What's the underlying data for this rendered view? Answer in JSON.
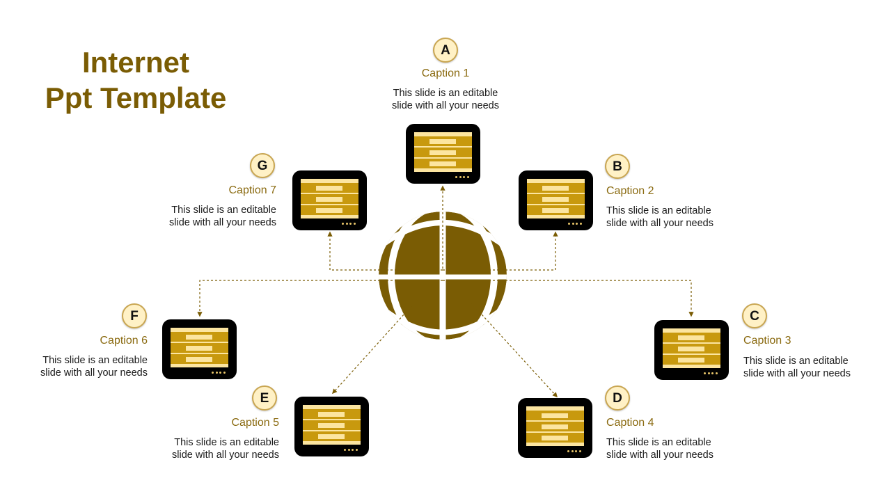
{
  "title": {
    "line1": "Internet",
    "line2": "Ppt Template"
  },
  "colors": {
    "accent": "#7a5c04",
    "gold": "#c8990e",
    "cream": "#fce5a0",
    "badge_bg": "#fff1c6",
    "device": "#000000"
  },
  "icons": {
    "center": "globe-icon",
    "device": "server-monitor-icon"
  },
  "nodes": [
    {
      "letter": "A",
      "caption": "Caption 1",
      "desc1": "This slide is an editable",
      "desc2": "slide with all your needs"
    },
    {
      "letter": "B",
      "caption": "Caption 2",
      "desc1": "This slide is an editable",
      "desc2": "slide with all your needs"
    },
    {
      "letter": "C",
      "caption": "Caption 3",
      "desc1": "This slide is an editable",
      "desc2": "slide with all your needs"
    },
    {
      "letter": "D",
      "caption": "Caption 4",
      "desc1": "This slide is an editable",
      "desc2": "slide with all your needs"
    },
    {
      "letter": "E",
      "caption": "Caption 5",
      "desc1": "This slide is an editable",
      "desc2": "slide with all your needs"
    },
    {
      "letter": "F",
      "caption": "Caption 6",
      "desc1": "This slide is an editable",
      "desc2": "slide with all your needs"
    },
    {
      "letter": "G",
      "caption": "Caption 7",
      "desc1": "This slide is an editable",
      "desc2": "slide with all your needs"
    }
  ]
}
